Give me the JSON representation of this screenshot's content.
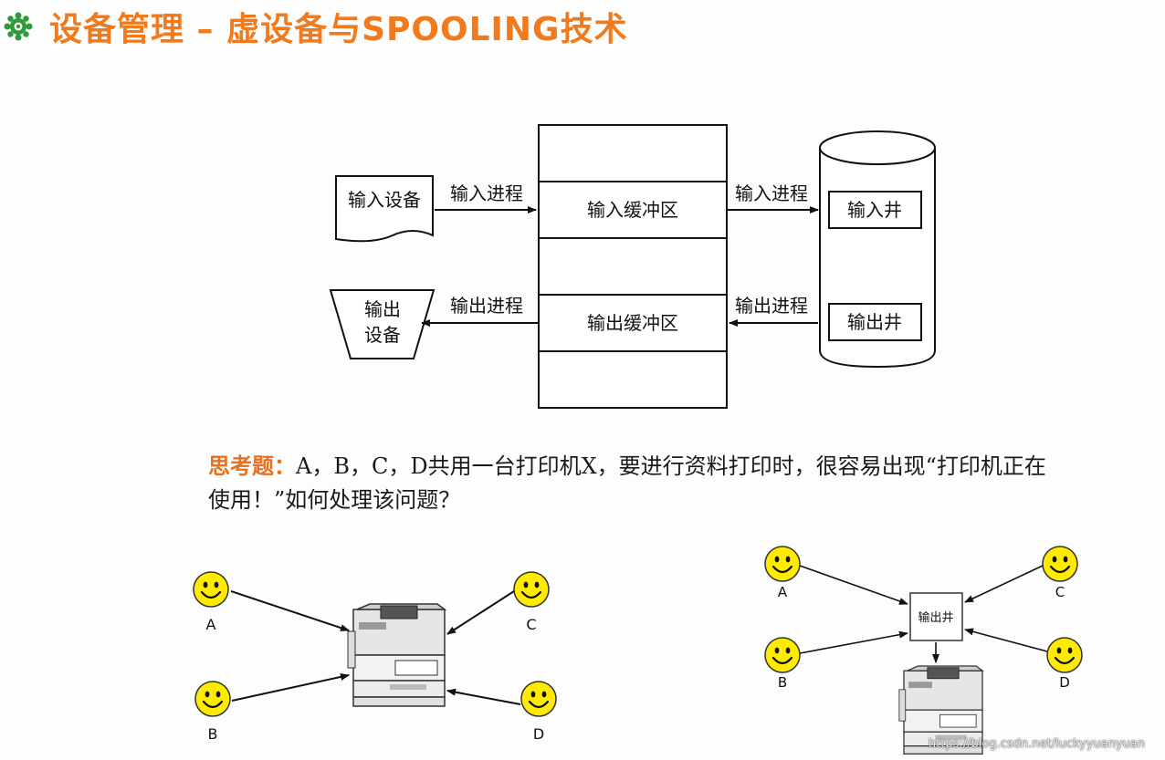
{
  "title": "设备管理 – 虚设备与SPOOLING技术",
  "spooling_diagram": {
    "input_device": "输入设备",
    "output_device_line1": "输出",
    "output_device_line2": "设备",
    "input_process_left": "输入进程",
    "output_process_left": "输出进程",
    "input_buffer": "输入缓冲区",
    "output_buffer": "输出缓冲区",
    "input_process_right": "输入进程",
    "output_process_right": "输出进程",
    "input_well": "输入井",
    "output_well": "输出井"
  },
  "question": {
    "label": "思考题：",
    "text": "A，B，C，D共用一台打印机X，要进行资料打印时，很容易出现“打印机正在使用！”如何处理该问题？"
  },
  "left_scenario": {
    "users": [
      "A",
      "B",
      "C",
      "D"
    ]
  },
  "right_scenario": {
    "users": [
      "A",
      "B",
      "C",
      "D"
    ],
    "well_label": "输出井"
  },
  "watermark": "https://blog.csdn.net/luckyyuanyuan",
  "colors": {
    "title": "#f07a1c",
    "question_label": "#e8701e",
    "smiley": "#ffeb00"
  }
}
